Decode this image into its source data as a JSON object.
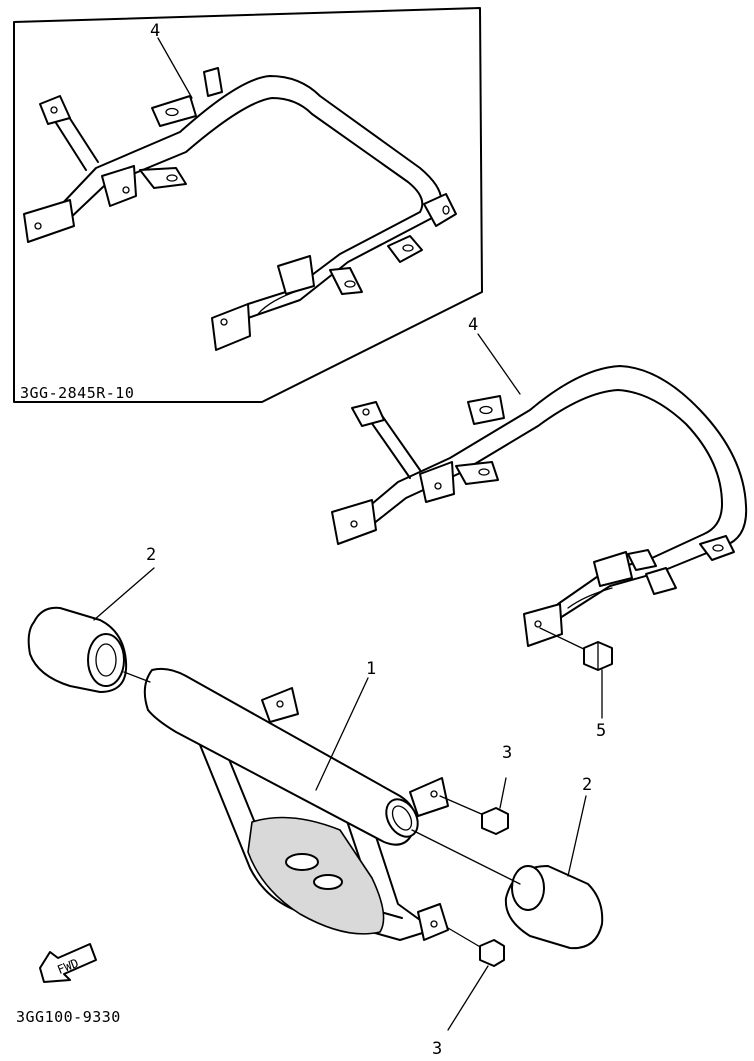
{
  "diagram": {
    "inset_code": "3GG-2845R-10",
    "drawing_code": "3GG100-9330",
    "fwd_label": "FWD",
    "callouts": {
      "inset_part": "4",
      "rear_frame": "4",
      "left_cap": "2",
      "right_cap": "2",
      "main_guard": "1",
      "upper_bolt": "3",
      "lower_bolt": "3",
      "frame_bolt": "5"
    }
  }
}
